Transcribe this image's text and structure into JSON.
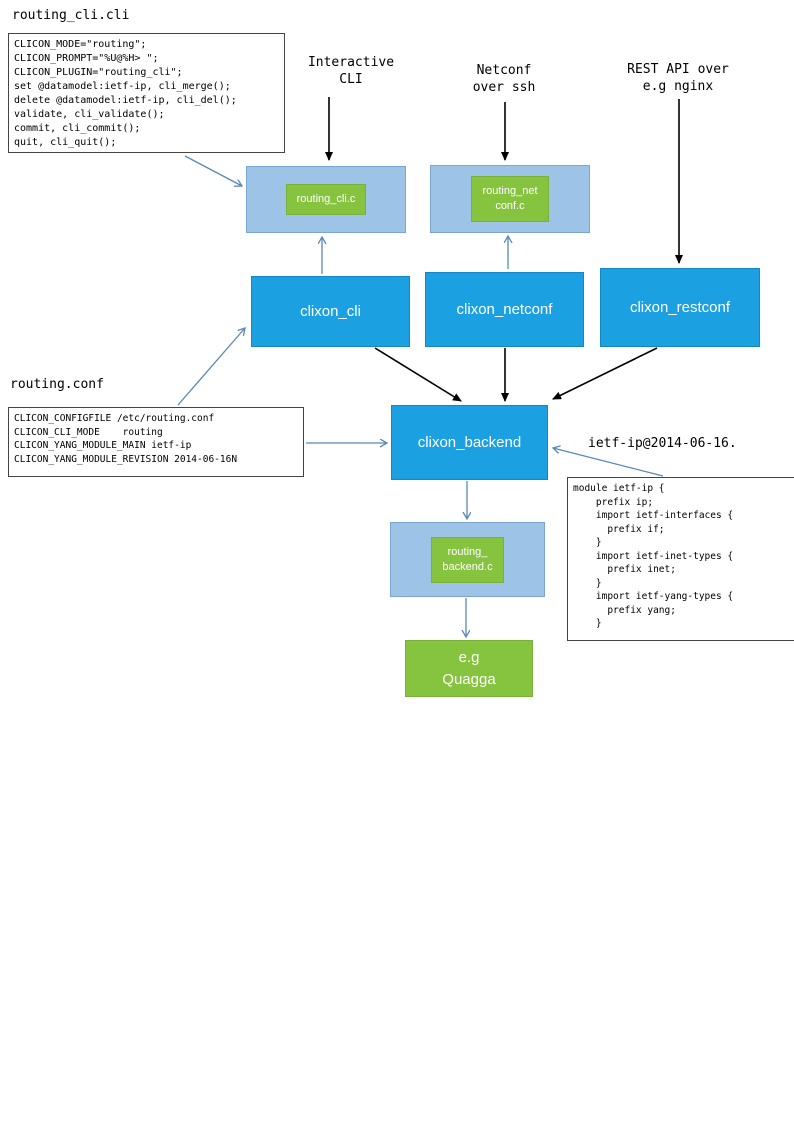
{
  "colors": {
    "node_blue": "#1BA1E2",
    "node_light_blue": "#9DC3E6",
    "node_green": "#86C440",
    "arrow_blue": "#5A87B8"
  },
  "cli_config": {
    "title": "routing_cli.cli",
    "code": [
      "CLICON_MODE=\"routing\";",
      "CLICON_PROMPT=\"%U@%H> \";",
      "CLICON_PLUGIN=\"routing_cli\";",
      "set @datamodel:ietf-ip, cli_merge();",
      "delete @datamodel:ietf-ip, cli_del();",
      "validate, cli_validate();",
      "commit, cli_commit();",
      "quit, cli_quit();"
    ]
  },
  "annotations": {
    "interactive_cli": [
      "Interactive",
      "CLI"
    ],
    "netconf_ssh": [
      "Netconf",
      "over ssh"
    ],
    "rest_api": [
      "REST API over",
      "e.g nginx"
    ]
  },
  "nodes": {
    "routing_cli_c": "routing_cli.c",
    "routing_netconf_c": [
      "routing_net",
      "conf.c"
    ],
    "clixon_cli": "clixon_cli",
    "clixon_netconf": "clixon_netconf",
    "clixon_restconf": "clixon_restconf",
    "clixon_backend": "clixon_backend",
    "routing_backend_c": [
      "routing_",
      "backend.c"
    ],
    "quagga": [
      "e.g",
      "Quagga"
    ]
  },
  "routing_conf": {
    "title": "routing.conf",
    "code": [
      "CLICON_CONFIGFILE /etc/routing.conf",
      "CLICON_CLI_MODE    routing",
      "CLICON_YANG_MODULE_MAIN ietf-ip",
      "CLICON_YANG_MODULE_REVISION 2014-06-16N"
    ]
  },
  "yang_module": {
    "title": "ietf-ip@2014-06-16.",
    "code": [
      "module ietf-ip {",
      "    prefix ip;",
      "    import ietf-interfaces {",
      "      prefix if;",
      "    }",
      "    import ietf-inet-types {",
      "      prefix inet;",
      "    }",
      "    import ietf-yang-types {",
      "      prefix yang;",
      "    }"
    ]
  }
}
